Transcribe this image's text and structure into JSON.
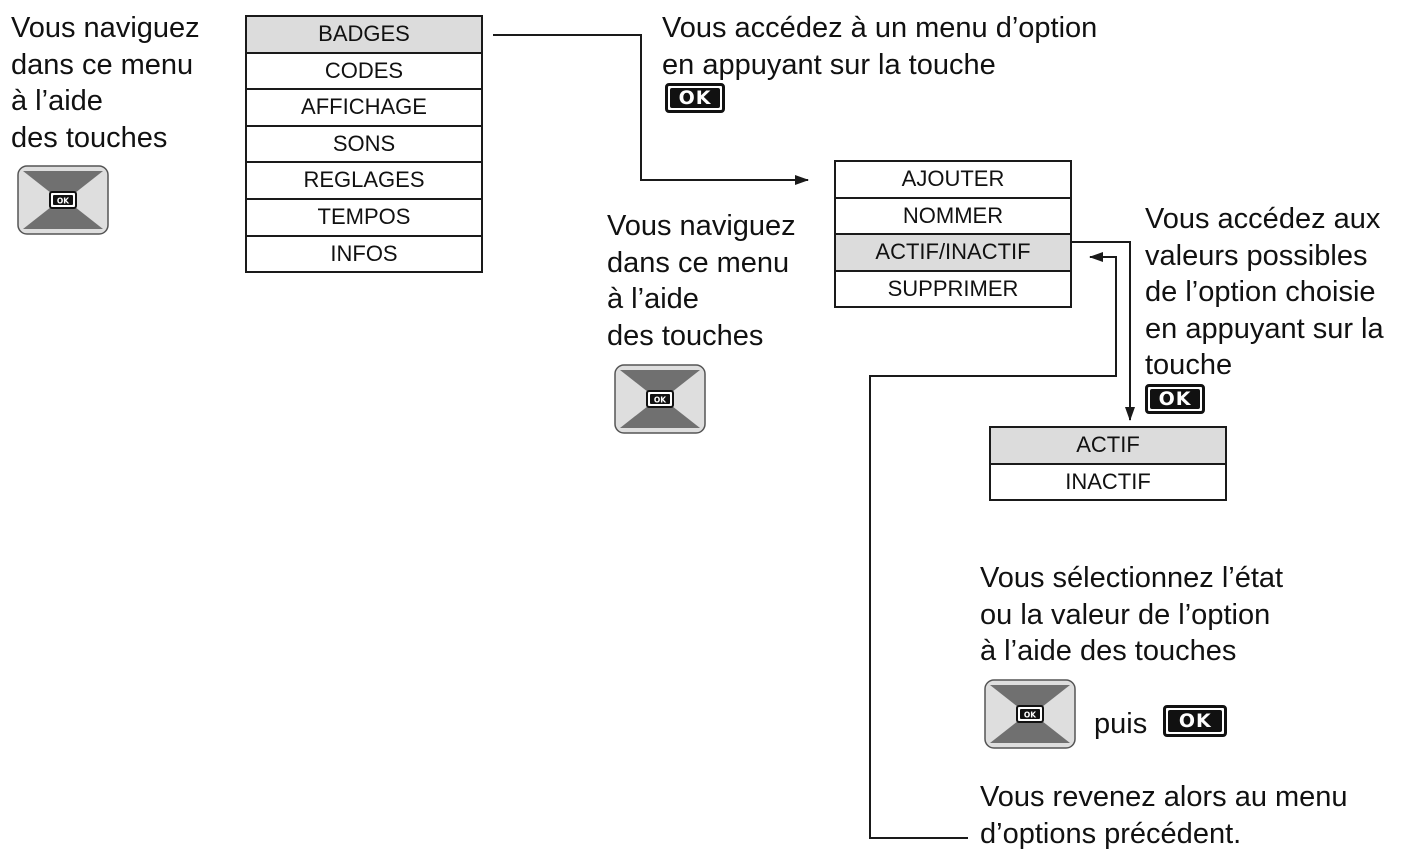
{
  "main_menu": {
    "items": [
      "BADGES",
      "CODES",
      "AFFICHAGE",
      "SONS",
      "REGLAGES",
      "TEMPOS",
      "INFOS"
    ],
    "selected_index": 0
  },
  "option_menu": {
    "items": [
      "AJOUTER",
      "NOMMER",
      "ACTIF/INACTIF",
      "SUPPRIMER"
    ],
    "selected_index": 2
  },
  "value_menu": {
    "items": [
      "ACTIF",
      "INACTIF"
    ],
    "selected_index": 0
  },
  "texts": {
    "nav_main": [
      "Vous naviguez",
      "dans ce menu",
      "à l’aide",
      "des touches"
    ],
    "access_option": [
      "Vous accédez à un menu d’option",
      "en appuyant sur la touche"
    ],
    "nav_option": [
      "Vous naviguez",
      "dans ce menu",
      "à l’aide",
      "des touches"
    ],
    "access_values": [
      "Vous accédez aux",
      "valeurs possibles",
      "de l’option choisie",
      "en appuyant sur la",
      "touche"
    ],
    "select_value": [
      "Vous sélectionnez l’état",
      "ou la valeur de l’option",
      "à l’aide des touches"
    ],
    "puis": "puis",
    "return": [
      "Vous revenez alors au menu",
      "d’options précédent."
    ]
  },
  "keys": {
    "ok_label": "OK",
    "nav_pad_center_label": "OK"
  },
  "icons": {
    "nav_pad": "four-way-navigation-pad-icon",
    "ok_key": "ok-key-icon"
  },
  "colors": {
    "selected_row": "#dcdcdc",
    "pad_light": "#dedede",
    "pad_dark": "#707070",
    "line": "#1a1a1a"
  }
}
